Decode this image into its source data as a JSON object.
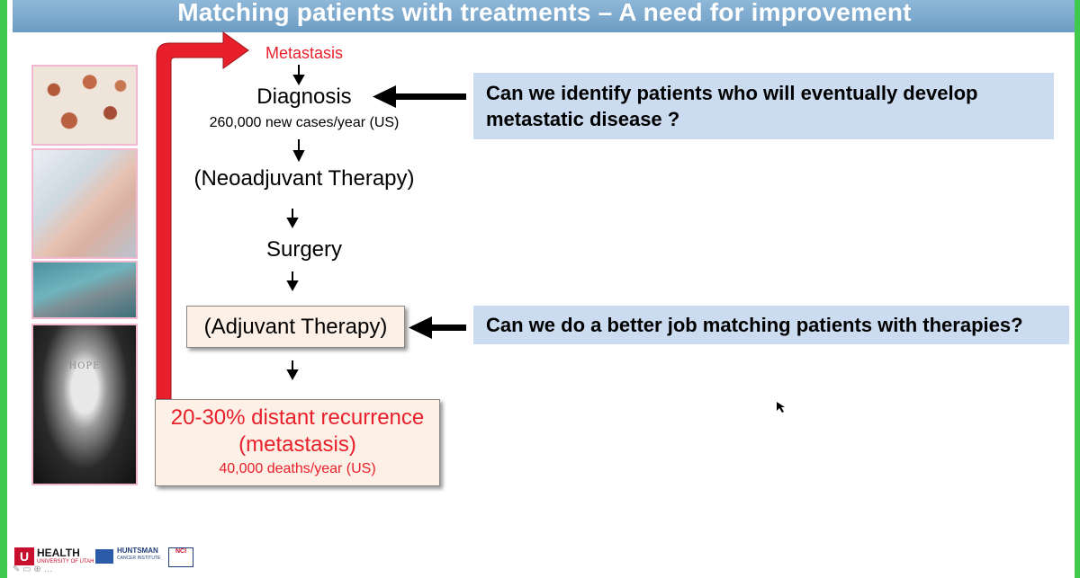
{
  "slide": {
    "title": "Matching patients with treatments – A need for improvement",
    "flow": {
      "metastasis_label": "Metastasis",
      "diagnosis": "Diagnosis",
      "diagnosis_sub": "260,000 new cases/year (US)",
      "neoadjuvant": "(Neoadjuvant Therapy)",
      "surgery": "Surgery",
      "adjuvant": "(Adjuvant Therapy)",
      "recurrence_line1": "20-30% distant recurrence",
      "recurrence_line2": "(metastasis)",
      "recurrence_line3": "40,000 deaths/year (US)"
    },
    "questions": {
      "q1": "Can we identify patients who will eventually develop metastatic disease ?",
      "q2": "Can we do a better job matching patients with therapies?"
    },
    "photos": {
      "hope_text": "HOPE"
    },
    "footer": {
      "u_logo": "U",
      "health": "HEALTH",
      "university": "UNIVERSITY OF UTAH",
      "huntsman": "HUNTSMAN",
      "hci_sub": "CANCER INSTITUTE",
      "nci": "NCI"
    },
    "colors": {
      "accent_red": "#e8202b",
      "title_bar": "#7aa8cc",
      "question_box": "#ccdcf0",
      "flow_box": "#fdf0e6",
      "frame_green": "#3fc94d"
    }
  }
}
